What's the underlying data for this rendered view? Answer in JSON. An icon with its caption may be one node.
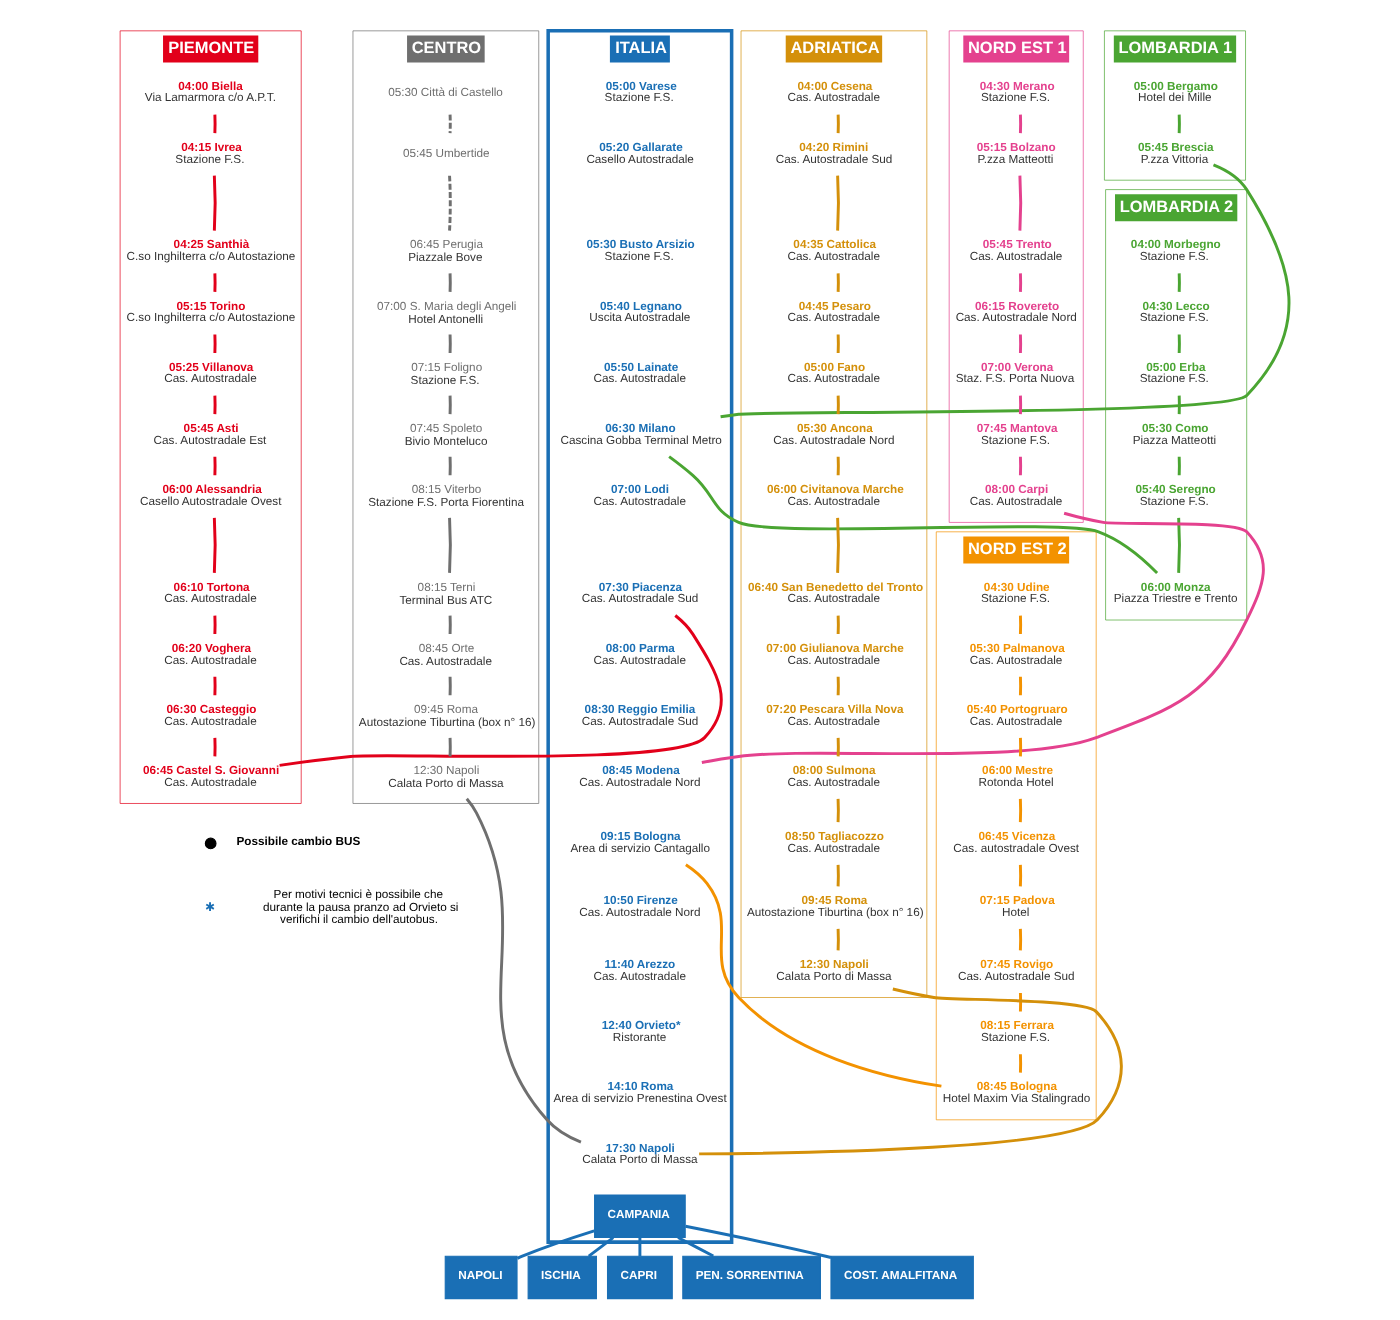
{
  "diagram": {
    "nodes": [
      {
        "text": [
          "PIEMONTE"
        ]
      },
      {
        "text": [
          "04:00 Biella",
          "Via Lamarmora c/o A.P.T."
        ],
        "in": 0
      },
      {
        "text": [
          "04:15 Ivrea",
          "Stazione F.S."
        ],
        "in": 0
      },
      {
        "text": [
          "04:25 Santhià",
          "C.so Inghilterra c/o Autostazione"
        ],
        "in": 0
      },
      {
        "text": [
          "05:15 Torino",
          "C.so Inghilterra c/o Autostazione"
        ],
        "in": 0
      },
      {
        "text": [
          "05:25 Villanova",
          "Cas. Autostradale"
        ],
        "in": 0
      },
      {
        "text": [
          "05:45 Asti",
          "Cas. Autostradale Est"
        ],
        "in": 0
      },
      {
        "text": [
          "06:00 Alessandria",
          "Casello Autostradale Ovest"
        ],
        "in": 0
      },
      {
        "text": [
          "06:10 Tortona",
          "Cas. Autostradale"
        ],
        "in": 0
      },
      {
        "text": [
          "06:20 Voghera",
          "Cas. Autostradale"
        ],
        "in": 0
      },
      {
        "text": [
          "06:30 Casteggio",
          "Cas. Autostradale"
        ],
        "in": 0
      },
      {
        "text": [
          "06:45 Castel S. Giovanni",
          "Cas. Autostradale"
        ],
        "in": 0
      },
      {
        "text": [
          "LOMBARDIA 1"
        ]
      },
      {
        "text": [
          "05:00 Bergamo",
          "Hotel dei Mille"
        ],
        "in": 12
      },
      {
        "text": [
          "05:45 Brescia",
          "P.zza Vittoria"
        ],
        "in": 12
      },
      {
        "text": [
          "LOMBARDIA 2"
        ]
      },
      {
        "text": [
          "04:00 Morbegno",
          "Stazione F.S."
        ],
        "in": 15
      },
      {
        "text": [
          "04:30 Lecco",
          "Stazione F.S."
        ],
        "in": 15
      },
      {
        "text": [
          "05:00 Erba",
          "Stazione F.S."
        ],
        "in": 15
      },
      {
        "text": [
          "05:30 Como",
          "Piazza Matteotti"
        ],
        "in": 15
      },
      {
        "text": [
          "05:40 Seregno",
          "Stazione F.S."
        ],
        "in": 15
      },
      {
        "text": [
          "06:00 Monza",
          "Piazza Triestre e Trento"
        ],
        "in": 15
      },
      {
        "text": [
          "ITALIA"
        ]
      },
      {
        "text": [
          "05:00 Varese",
          "Stazione F.S."
        ],
        "in": 22
      },
      {
        "text": [
          "05:20 Gallarate",
          "Casello Autostradale"
        ],
        "in": 22
      },
      {
        "text": [
          "05:30 Busto Arsizio",
          "Stazione F.S."
        ],
        "in": 22
      },
      {
        "text": [
          "05:40 Legnano",
          "Uscita Autostradale"
        ],
        "in": 22
      },
      {
        "text": [
          "05:50 Lainate",
          "Cas. Autostradale"
        ],
        "in": 22
      },
      {
        "text": [
          "06:30 Milano",
          "Cascina Gobba Terminal Metro"
        ],
        "in": 22
      },
      {
        "text": [
          "07:00 Lodi",
          "Cas. Autostradale"
        ],
        "in": 22
      },
      {
        "text": [
          "07:30 Piacenza",
          "Cas. Autostradale Sud"
        ],
        "in": 22
      },
      {
        "text": [
          "08:00 Parma",
          "Cas. Autostradale"
        ],
        "in": 22
      },
      {
        "text": [
          "08:30 Reggio Emilia",
          "Cas. Autostradale Sud"
        ],
        "in": 22
      },
      {
        "text": [
          "08:45 Modena",
          "Cas. Autostradale Nord"
        ],
        "in": 22
      },
      {
        "text": [
          "09:15 Bologna",
          "Area di servizio Cantagallo"
        ],
        "in": 22
      },
      {
        "text": [
          "10:50 Firenze",
          "Cas. Autostradale Nord"
        ],
        "in": 22
      },
      {
        "text": [
          "11:40 Arezzo",
          "Cas. Autostradale"
        ],
        "in": 22
      },
      {
        "text": [
          "12:40 Orvieto*",
          "Ristorante"
        ],
        "in": 22
      },
      {
        "text": [
          "14:10 Roma",
          "Area di servizio Prenestina Ovest"
        ],
        "in": 22
      },
      {
        "text": [
          "17:30 Napoli",
          "Calata Porto di Massa"
        ],
        "in": 22
      },
      {
        "text": [
          "CAMPANIA"
        ],
        "in": 22
      },
      {
        "text": [
          "NORD EST 1"
        ]
      },
      {
        "text": [
          "04:30 Merano",
          "Stazione F.S."
        ],
        "in": 41
      },
      {
        "text": [
          "05:15 Bolzano",
          "P.zza Matteotti"
        ],
        "in": 41
      },
      {
        "text": [
          "05:45 Trento",
          "Cas. Autostradale"
        ],
        "in": 41
      },
      {
        "text": [
          "06:15 Rovereto",
          "Cas. Autostradale Nord"
        ],
        "in": 41
      },
      {
        "text": [
          "07:00 Verona",
          "Staz. F.S. Porta Nuova"
        ],
        "in": 41
      },
      {
        "text": [
          "07:45 Mantova",
          "Stazione F.S."
        ],
        "in": 41
      },
      {
        "text": [
          "08:00 Carpi",
          "Cas. Autostradale"
        ],
        "in": 41
      },
      {
        "text": [
          "NORD EST 2"
        ]
      },
      {
        "text": [
          "04:30 Udine",
          "Stazione F.S."
        ],
        "in": 49
      },
      {
        "text": [
          "05:30 Palmanova",
          "Cas. Autostradale"
        ],
        "in": 49
      },
      {
        "text": [
          "05:40 Portogruaro",
          "Cas. Autostradale"
        ],
        "in": 49
      },
      {
        "text": [
          "06:00 Mestre",
          "Rotonda Hotel"
        ],
        "in": 49
      },
      {
        "text": [
          "06:45 Vicenza",
          "Cas. autostradale Ovest"
        ],
        "in": 49
      },
      {
        "text": [
          "07:15 Padova",
          "Hotel"
        ],
        "in": 49
      },
      {
        "text": [
          "07:45 Rovigo",
          "Cas. Autostradale Sud"
        ],
        "in": 49
      },
      {
        "text": [
          "08:15 Ferrara",
          "Stazione F.S."
        ],
        "in": 49
      },
      {
        "text": [
          "08:45 Bologna",
          "Hotel Maxim Via Stalingrado"
        ],
        "in": 49
      },
      {
        "text": [
          "CENTRO"
        ]
      },
      {
        "text": [
          "05:30 Città di Castello"
        ],
        "in": 59
      },
      {
        "text": [
          "05:45 Umbertide"
        ],
        "in": 59
      },
      {
        "text": [
          "06:45 Perugia",
          "Piazzale Bove"
        ],
        "in": 59
      },
      {
        "text": [
          "07:00 S. Maria degli Angeli",
          "Hotel Antonelli"
        ],
        "in": 59
      },
      {
        "text": [
          "07:15 Foligno",
          "Stazione F.S."
        ],
        "in": 59
      },
      {
        "text": [
          "07:45 Spoleto",
          "Bivio Monteluco"
        ],
        "in": 59
      },
      {
        "text": [
          "08:15 Viterbo",
          "Stazione F.S. Porta Fiorentina"
        ],
        "in": 59
      },
      {
        "text": [
          "08:15 Terni",
          "Terminal Bus ATC"
        ],
        "in": 59
      },
      {
        "text": [
          "08:45 Orte",
          "Cas. Autostradale"
        ],
        "in": 59
      },
      {
        "text": [
          "09:45 Roma",
          "Autostazione Tiburtina (box n° 16)"
        ],
        "in": 59
      },
      {
        "text": [
          "12:30 Napoli",
          "Calata Porto di Massa"
        ],
        "in": 59
      },
      {
        "text": [
          "ADRIATICA"
        ]
      },
      {
        "text": [
          "04:00 Cesena",
          "Cas. Autostradale"
        ],
        "in": 71
      },
      {
        "text": [
          "04:20 Rimini",
          "Cas. Autostradale Sud"
        ],
        "in": 71
      },
      {
        "text": [
          "04:35 Cattolica",
          "Cas. Autostradale"
        ],
        "in": 71
      },
      {
        "text": [
          "04:45 Pesaro",
          "Cas. Autostradale"
        ],
        "in": 71
      },
      {
        "text": [
          "05:00 Fano",
          "Cas. Autostradale"
        ],
        "in": 71
      },
      {
        "text": [
          "05:30 Ancona",
          "Cas. Autostradale Nord"
        ],
        "in": 71
      },
      {
        "text": [
          "06:00 Civitanova Marche",
          "Cas. Autostradale"
        ],
        "in": 71
      },
      {
        "text": [
          "06:40 San Benedetto del Tronto",
          "Cas. Autostradale"
        ],
        "in": 71
      },
      {
        "text": [
          "07:00 Giulianova Marche",
          "Cas. Autostradale"
        ],
        "in": 71
      },
      {
        "text": [
          "07:20 Pescara Villa Nova",
          "Cas. Autostradale"
        ],
        "in": 71
      },
      {
        "text": [
          "08:00 Sulmona",
          "Cas. Autostradale"
        ],
        "in": 71
      },
      {
        "text": [
          "08:50 Tagliacozzo",
          "Cas. Autostradale"
        ],
        "in": 71
      },
      {
        "text": [
          "09:45 Roma",
          "Autostazione Tiburtina (box n° 16)"
        ],
        "in": 71
      },
      {
        "text": [
          "12:30 Napoli",
          "Calata Porto di Massa"
        ],
        "in": 71
      },
      {
        "text": [
          "NAPOLI"
        ]
      },
      {
        "text": [
          "ISCHIA"
        ]
      },
      {
        "text": [
          "CAPRI"
        ]
      },
      {
        "text": [
          "PEN. SORRENTINA"
        ]
      },
      {
        "text": [
          "COST. AMALFITANA"
        ]
      }
    ],
    "edges": [
      {
        "from": 1,
        "to": 2,
        "arrow": "none",
        "color": "#e2001a"
      },
      {
        "from": 2,
        "to": 3,
        "arrow": "none",
        "color": "#e2001a"
      },
      {
        "from": 3,
        "to": 4,
        "arrow": "none",
        "color": "#e2001a"
      },
      {
        "from": 4,
        "to": 5,
        "arrow": "none",
        "color": "#e2001a"
      },
      {
        "from": 5,
        "to": 6,
        "arrow": "none",
        "color": "#e2001a"
      },
      {
        "from": 6,
        "to": 7,
        "arrow": "none",
        "color": "#e2001a"
      },
      {
        "from": 7,
        "to": 8,
        "arrow": "none",
        "color": "#e2001a"
      },
      {
        "from": 8,
        "to": 9,
        "arrow": "none",
        "color": "#e2001a"
      },
      {
        "from": 9,
        "to": 10,
        "arrow": "none",
        "color": "#e2001a"
      },
      {
        "from": 10,
        "to": 11,
        "arrow": "none",
        "color": "#e2001a"
      },
      {
        "from": 11,
        "to": 30,
        "arrow": "none",
        "color": "#e2001a"
      },
      {
        "from": 13,
        "to": 14,
        "arrow": "none",
        "color": "#4aa532"
      },
      {
        "from": 14,
        "to": 28,
        "arrow": "none",
        "color": "#4aa532"
      },
      {
        "from": 16,
        "to": 17,
        "arrow": "none",
        "color": "#4aa532"
      },
      {
        "from": 17,
        "to": 18,
        "arrow": "none",
        "color": "#4aa532"
      },
      {
        "from": 18,
        "to": 19,
        "arrow": "none",
        "color": "#4aa532"
      },
      {
        "from": 19,
        "to": 20,
        "arrow": "none",
        "color": "#4aa532"
      },
      {
        "from": 20,
        "to": 21,
        "arrow": "none",
        "color": "#4aa532"
      },
      {
        "from": 21,
        "to": 28,
        "arrow": "none",
        "color": "#4aa532"
      },
      {
        "from": 42,
        "to": 43,
        "arrow": "none",
        "color": "#e4418e"
      },
      {
        "from": 43,
        "to": 44,
        "arrow": "none",
        "color": "#e4418e"
      },
      {
        "from": 44,
        "to": 45,
        "arrow": "none",
        "color": "#e4418e"
      },
      {
        "from": 45,
        "to": 46,
        "arrow": "none",
        "color": "#e4418e"
      },
      {
        "from": 46,
        "to": 47,
        "arrow": "none",
        "color": "#e4418e"
      },
      {
        "from": 47,
        "to": 48,
        "arrow": "none",
        "color": "#e4418e"
      },
      {
        "from": 48,
        "to": 33,
        "arrow": "none",
        "color": "#e4418e"
      },
      {
        "from": 50,
        "to": 51,
        "arrow": "none",
        "color": "#f39200"
      },
      {
        "from": 51,
        "to": 52,
        "arrow": "none",
        "color": "#f39200"
      },
      {
        "from": 52,
        "to": 53,
        "arrow": "none",
        "color": "#f39200"
      },
      {
        "from": 53,
        "to": 54,
        "arrow": "none",
        "color": "#f39200"
      },
      {
        "from": 54,
        "to": 55,
        "arrow": "none",
        "color": "#f39200"
      },
      {
        "from": 55,
        "to": 56,
        "arrow": "none",
        "color": "#f39200"
      },
      {
        "from": 56,
        "to": 57,
        "arrow": "none",
        "color": "#f39200"
      },
      {
        "from": 57,
        "to": 58,
        "arrow": "none",
        "color": "#f39200"
      },
      {
        "from": 58,
        "to": 34,
        "arrow": "none",
        "color": "#f39200"
      },
      {
        "from": 60,
        "to": 61,
        "arrow": "none",
        "style": "dashed",
        "color": "#6f6f6f"
      },
      {
        "from": 61,
        "to": 62,
        "arrow": "none",
        "style": "dashed",
        "color": "#6f6f6f"
      },
      {
        "from": 62,
        "to": 63,
        "arrow": "none",
        "color": "#6f6f6f"
      },
      {
        "from": 63,
        "to": 64,
        "arrow": "none",
        "color": "#6f6f6f"
      },
      {
        "from": 64,
        "to": 65,
        "arrow": "none",
        "color": "#6f6f6f"
      },
      {
        "from": 65,
        "to": 66,
        "arrow": "none",
        "color": "#6f6f6f"
      },
      {
        "from": 66,
        "to": 67,
        "arrow": "none",
        "color": "#6f6f6f"
      },
      {
        "from": 67,
        "to": 68,
        "arrow": "none",
        "color": "#6f6f6f"
      },
      {
        "from": 68,
        "to": 69,
        "arrow": "none",
        "color": "#6f6f6f"
      },
      {
        "from": 69,
        "to": 70,
        "arrow": "none",
        "color": "#6f6f6f"
      },
      {
        "from": 70,
        "to": 39,
        "arrow": "none",
        "color": "#6f6f6f"
      },
      {
        "from": 72,
        "to": 73,
        "arrow": "none",
        "color": "#d4900a"
      },
      {
        "from": 73,
        "to": 74,
        "arrow": "none",
        "color": "#d4900a"
      },
      {
        "from": 74,
        "to": 75,
        "arrow": "none",
        "color": "#d4900a"
      },
      {
        "from": 75,
        "to": 76,
        "arrow": "none",
        "color": "#d4900a"
      },
      {
        "from": 76,
        "to": 77,
        "arrow": "none",
        "color": "#d4900a"
      },
      {
        "from": 77,
        "to": 78,
        "arrow": "none",
        "color": "#d4900a"
      },
      {
        "from": 78,
        "to": 79,
        "arrow": "none",
        "color": "#d4900a"
      },
      {
        "from": 79,
        "to": 80,
        "arrow": "none",
        "color": "#d4900a"
      },
      {
        "from": 80,
        "to": 81,
        "arrow": "none",
        "color": "#d4900a"
      },
      {
        "from": 81,
        "to": 82,
        "arrow": "none",
        "color": "#d4900a"
      },
      {
        "from": 82,
        "to": 83,
        "arrow": "none",
        "color": "#d4900a"
      },
      {
        "from": 83,
        "to": 84,
        "arrow": "none",
        "color": "#d4900a"
      },
      {
        "from": 84,
        "to": 85,
        "arrow": "none",
        "color": "#d4900a"
      },
      {
        "from": 85,
        "to": 39,
        "arrow": "none",
        "color": "#d4900a"
      },
      {
        "from": 40,
        "to": 86,
        "arrow": "none",
        "color": "#1a6fb5"
      },
      {
        "from": 40,
        "to": 87,
        "arrow": "none",
        "color": "#1a6fb5"
      },
      {
        "from": 40,
        "to": 88,
        "arrow": "none",
        "color": "#1a6fb5"
      },
      {
        "from": 40,
        "to": 89,
        "arrow": "none",
        "color": "#1a6fb5"
      },
      {
        "from": 40,
        "to": 90,
        "arrow": "none",
        "color": "#1a6fb5"
      }
    ],
    "labels": [
      "✱",
      "Per motivi tecnici è possibile che durante la pausa pranzo ad Orvieto si verifichi il cambio dell'autobus."
    ],
    "legend": [
      {
        "text": "Possibile cambio BUS"
      }
    ]
  }
}
